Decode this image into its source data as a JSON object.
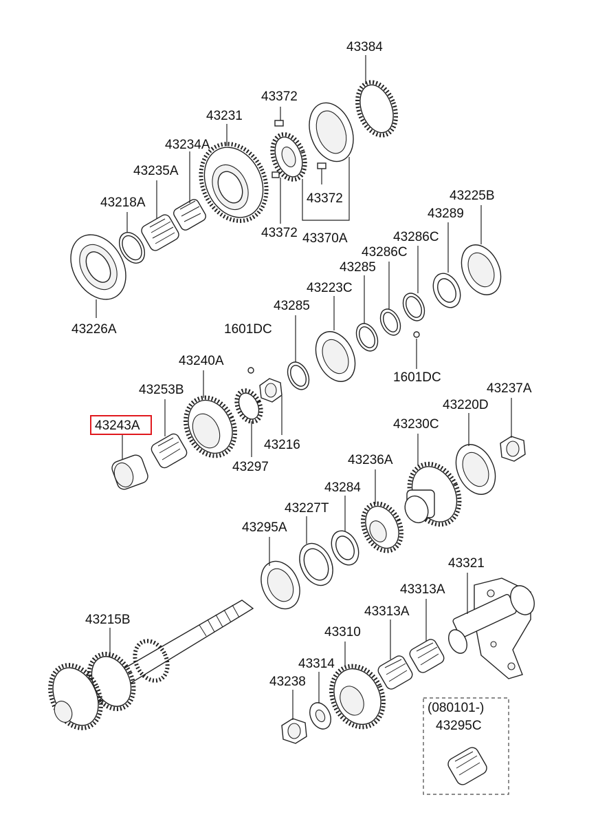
{
  "diagram": {
    "selected_part": "43243A",
    "labels": {
      "p43384": "43384",
      "p43372_top": "43372",
      "p43231": "43231",
      "p43234A": "43234A",
      "p43235A": "43235A",
      "p43218A": "43218A",
      "p43372_mid": "43372",
      "p43372_low": "43372",
      "p43370A": "43370A",
      "p43225B": "43225B",
      "p43289": "43289",
      "p43286C_a": "43286C",
      "p43286C_b": "43286C",
      "p43285_a": "43285",
      "p43223C": "43223C",
      "p43226A": "43226A",
      "p43285_b": "43285",
      "p1601DC_a": "1601DC",
      "p1601DC_b": "1601DC",
      "p43240A": "43240A",
      "p43253B": "43253B",
      "p43243A": "43243A",
      "p43216": "43216",
      "p43297": "43297",
      "p43237A": "43237A",
      "p43220D": "43220D",
      "p43230C": "43230C",
      "p43236A": "43236A",
      "p43284": "43284",
      "p43227T": "43227T",
      "p43295A": "43295A",
      "p43321": "43321",
      "p43313A_a": "43313A",
      "p43313A_b": "43313A",
      "p43310": "43310",
      "p43215B": "43215B",
      "p43314": "43314",
      "p43238": "43238",
      "p_date_note": "(080101-)",
      "p43295C": "43295C"
    }
  }
}
